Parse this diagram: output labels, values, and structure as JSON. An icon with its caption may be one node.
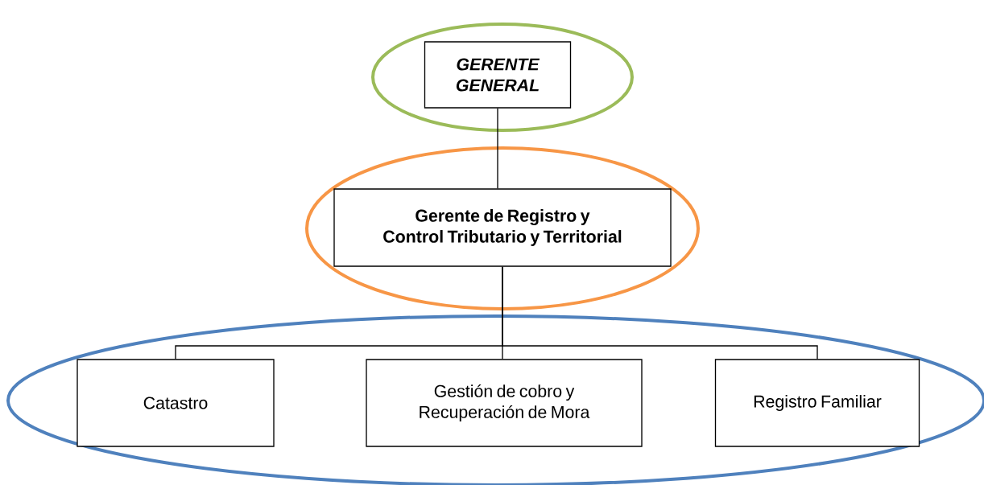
{
  "diagram": {
    "nodes": [
      {
        "text": [],
        "shape": "ellipse"
      },
      {
        "text": [
          "GERENTE GENERAL"
        ],
        "in": 0
      },
      {
        "text": [],
        "shape": "ellipse"
      },
      {
        "text": [
          "Gerente de Registro y Control Tributario y Territorial"
        ],
        "in": 2
      },
      {
        "text": [],
        "shape": "ellipse"
      },
      {
        "text": [
          "Catastro"
        ],
        "in": 4
      },
      {
        "text": [
          "Gestión de cobro y Recuperación de Mora"
        ],
        "in": 4
      },
      {
        "text": [
          "Registro Familiar"
        ],
        "in": 4
      }
    ],
    "edges": [
      {
        "from": 1,
        "to": 3,
        "arrow": "none"
      },
      {
        "from": 3,
        "to": 5,
        "arrow": "none"
      },
      {
        "from": 3,
        "to": 6,
        "arrow": "none"
      },
      {
        "from": 3,
        "to": 7,
        "arrow": "none"
      }
    ]
  }
}
